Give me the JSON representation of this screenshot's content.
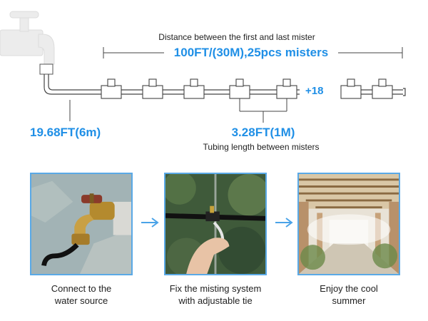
{
  "diagram": {
    "distance_label": "Distance between the first and last mister",
    "total_spec": "100FT/(30M),25pcs misters",
    "plus_count": "+18",
    "hose_length": "19.68FT(6m)",
    "spacing": "3.28FT(1M)",
    "spacing_label": "Tubing length between misters",
    "accent_color": "#1f8fe6"
  },
  "steps": [
    {
      "caption_line1": "Connect to the",
      "caption_line2": "water source",
      "icon": "faucet-photo"
    },
    {
      "caption_line1": "Fix the misting system",
      "caption_line2": "with adjustable tie",
      "icon": "mister-tie-photo"
    },
    {
      "caption_line1": "Enjoy the cool",
      "caption_line2": "summer",
      "icon": "misting-pergola-photo"
    }
  ]
}
